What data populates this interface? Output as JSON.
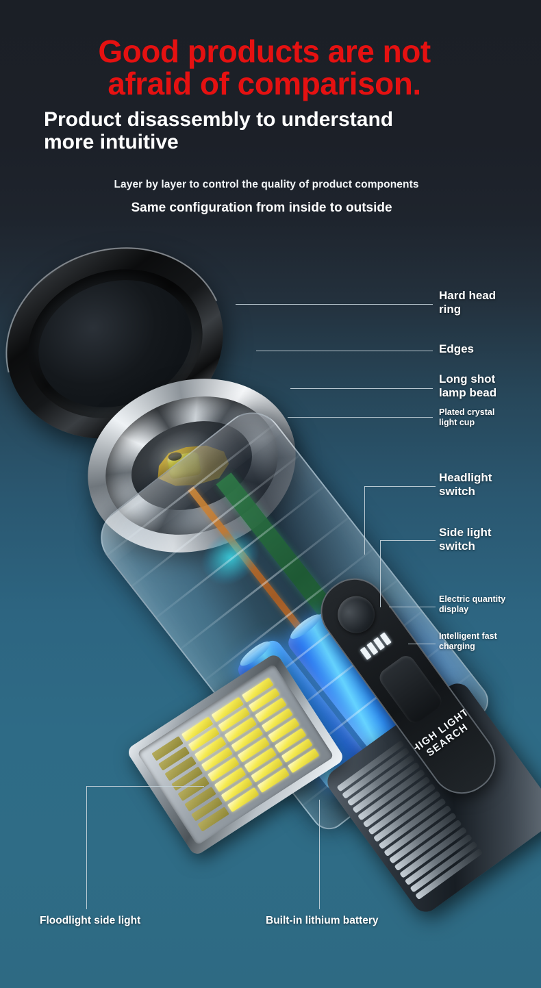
{
  "background": {
    "top_color": "#1b1f26",
    "bottom_color": "#2e6a83",
    "accent_red": "#e51111"
  },
  "headings": {
    "title_line1": "Good products are not",
    "title_line2": "afraid of comparison.",
    "subtitle_line1": "Product disassembly to understand",
    "subtitle_line2": "more intuitive",
    "tagline1": "Layer by layer to control the quality of product components",
    "tagline2": "Same configuration from inside to outside"
  },
  "product": {
    "brand_text": "HIGH LIGHT SEARCH"
  },
  "callouts": [
    {
      "id": "hard-head-ring",
      "line1": "Hard head",
      "line2": "ring"
    },
    {
      "id": "edges",
      "line1": "Edges",
      "line2": ""
    },
    {
      "id": "long-shot-lamp-bead",
      "line1": "Long shot",
      "line2": "lamp bead"
    },
    {
      "id": "plated-crystal-cup",
      "line1": "Plated crystal",
      "line2": "light cup"
    },
    {
      "id": "headlight-switch",
      "line1": "Headlight",
      "line2": "switch"
    },
    {
      "id": "side-light-switch",
      "line1": "Side light",
      "line2": "switch"
    },
    {
      "id": "electric-quantity",
      "line1": "Electric quantity",
      "line2": "display"
    },
    {
      "id": "fast-charging",
      "line1": "Intelligent fast",
      "line2": "charging"
    }
  ],
  "bottom_captions": [
    {
      "id": "floodlight-side-light",
      "text": "Floodlight side light"
    },
    {
      "id": "built-in-lithium-battery",
      "text": "Built-in lithium battery"
    }
  ]
}
